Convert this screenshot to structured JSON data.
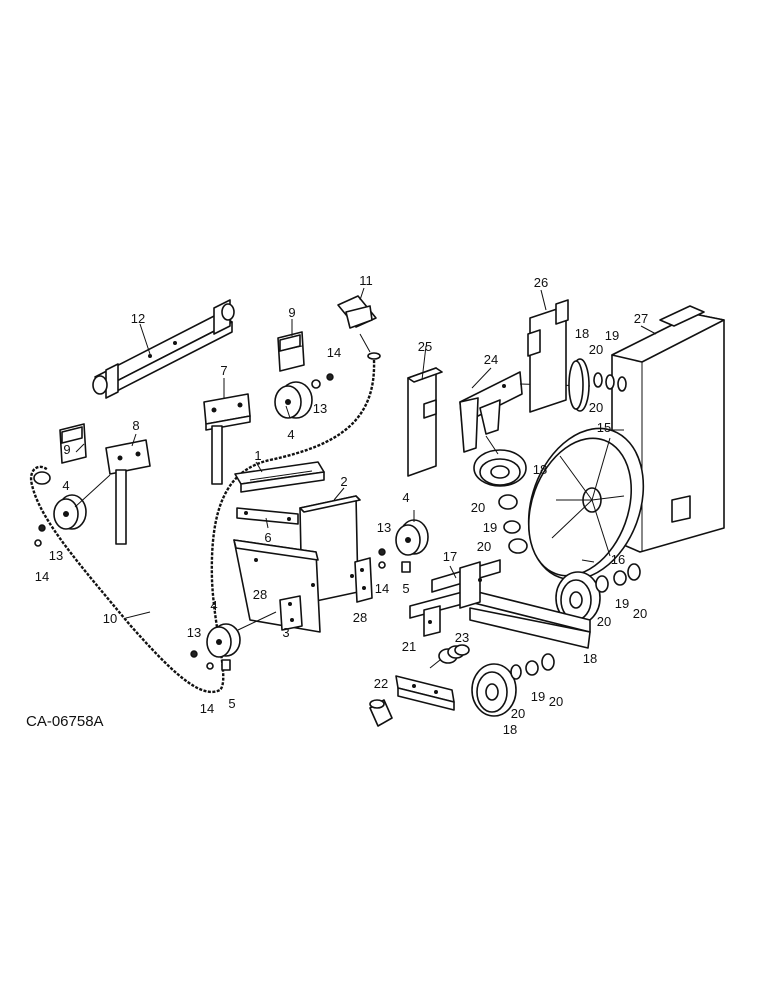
{
  "drawing": {
    "code": "CA-06758A",
    "callouts": {
      "c1": "1",
      "c2": "2",
      "c3": "3",
      "c4a": "4",
      "c4b": "4",
      "c4c": "4",
      "c4d": "4",
      "c5a": "5",
      "c5b": "5",
      "c6": "6",
      "c7": "7",
      "c8": "8",
      "c9a": "9",
      "c9b": "9",
      "c10": "10",
      "c11": "11",
      "c12": "12",
      "c13a": "13",
      "c13b": "13",
      "c13c": "13",
      "c13d": "13",
      "c14a": "14",
      "c14b": "14",
      "c14c": "14",
      "c14d": "14",
      "c15": "15",
      "c16": "16",
      "c17": "17",
      "c18a": "18",
      "c18b": "18",
      "c18c": "18",
      "c18d": "18",
      "c19a": "19",
      "c19b": "19",
      "c19c": "19",
      "c19d": "19",
      "c20a": "20",
      "c20b": "20",
      "c20c": "20",
      "c20d": "20",
      "c20e": "20",
      "c20f": "20",
      "c20g": "20",
      "c20h": "20",
      "c21": "21",
      "c22": "22",
      "c23": "23",
      "c24": "24",
      "c25": "25",
      "c26": "26",
      "c27": "27",
      "c28a": "28",
      "c28b": "28"
    }
  }
}
